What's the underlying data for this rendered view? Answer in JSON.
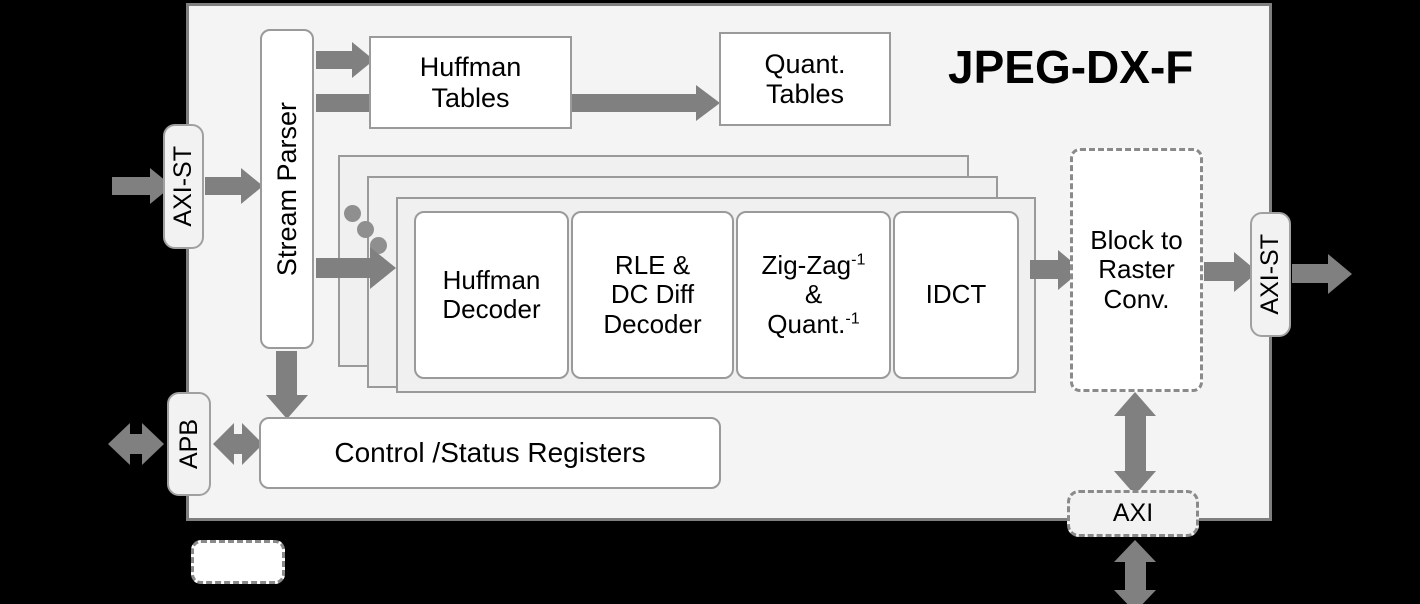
{
  "diagram": {
    "title": "JPEG-DX-F",
    "type": "block-diagram"
  },
  "ports": {
    "input_stream": "AXI-ST",
    "output_stream": "AXI-ST",
    "config_bus": "APB",
    "memory_bus": "AXI"
  },
  "blocks": {
    "stream_parser": "Stream Parser",
    "huffman_tables": "Huffman\nTables",
    "huffman_tables_l1": "Huffman",
    "huffman_tables_l2": "Tables",
    "quant_tables_l1": "Quant.",
    "quant_tables_l2": "Tables",
    "control_status": "Control /Status Registers",
    "block_to_raster_l1": "Block to",
    "block_to_raster_l2": "Raster",
    "block_to_raster_l3": "Conv."
  },
  "pipeline": {
    "instances": 3,
    "stages": [
      {
        "id": "huffman-decoder",
        "lines": [
          "Huffman",
          "Decoder"
        ]
      },
      {
        "id": "rle-dc-diff-decoder",
        "lines": [
          "RLE  &",
          "DC Diff",
          "Decoder"
        ]
      },
      {
        "id": "zigzag-dequant",
        "lines": [
          "Zig-Zag",
          "&",
          "Quant."
        ],
        "sup1": "-1",
        "sup3": "-1"
      },
      {
        "id": "idct",
        "lines": [
          "IDCT"
        ]
      }
    ]
  },
  "legend": {
    "key_label": ""
  },
  "colors": {
    "chip_fill": "#f4f4f4",
    "chip_border": "#7f7f7f",
    "block_fill": "#ffffff",
    "block_border": "#9a9a9a",
    "layer_fill": "#f0f0f0",
    "arrow": "#808080",
    "dashed_border": "#8a8a8a",
    "background": "#000000",
    "text": "#000000"
  }
}
